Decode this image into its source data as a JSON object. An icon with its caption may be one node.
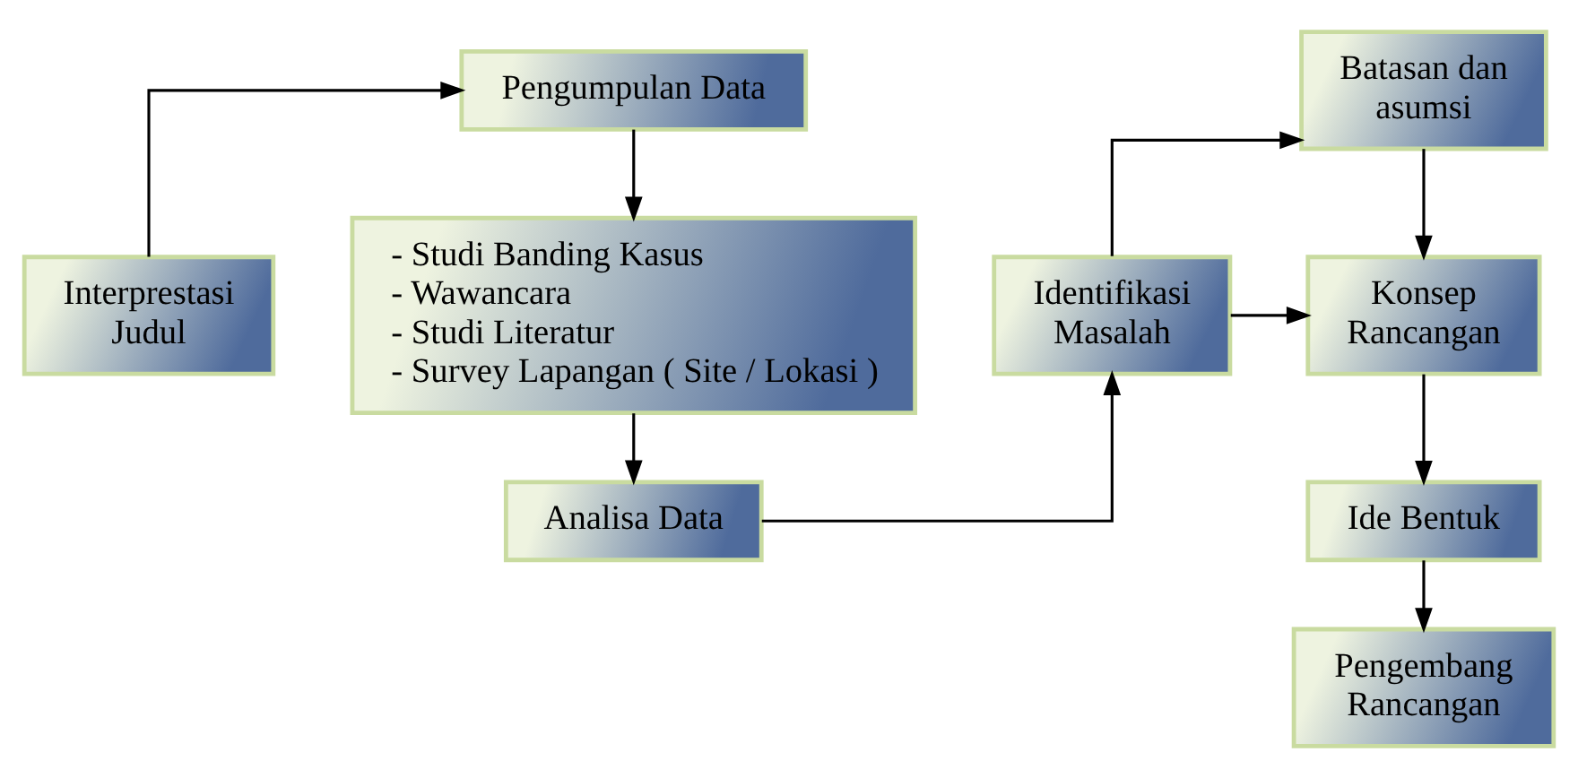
{
  "diagram": {
    "nodes": [
      {
        "text": [
          "Interprestasi Judul"
        ]
      },
      {
        "text": [
          "Pengumpulan Data"
        ]
      },
      {
        "text": [
          "- Studi Banding Kasus",
          "- Wawancara",
          "- Studi Literatur",
          "- Survey Lapangan ( Site / Lokasi )"
        ]
      },
      {
        "text": [
          "Analisa Data"
        ]
      },
      {
        "text": [
          "Identifikasi Masalah"
        ]
      },
      {
        "text": [
          "Batasan dan asumsi"
        ]
      },
      {
        "text": [
          "Konsep Rancangan"
        ]
      },
      {
        "text": [
          "Ide Bentuk"
        ]
      },
      {
        "text": [
          "Pengembang Rancangan"
        ]
      }
    ],
    "edges": [
      {
        "from": 0,
        "to": 1,
        "arrow": "to"
      },
      {
        "from": 1,
        "to": 2,
        "arrow": "to"
      },
      {
        "from": 2,
        "to": 3,
        "arrow": "to"
      },
      {
        "from": 3,
        "to": 4,
        "arrow": "to"
      },
      {
        "from": 4,
        "to": 5,
        "arrow": "to"
      },
      {
        "from": 4,
        "to": 6,
        "arrow": "to"
      },
      {
        "from": 5,
        "to": 6,
        "arrow": "to"
      },
      {
        "from": 6,
        "to": 7,
        "arrow": "to"
      },
      {
        "from": 7,
        "to": 8,
        "arrow": "to"
      }
    ]
  }
}
